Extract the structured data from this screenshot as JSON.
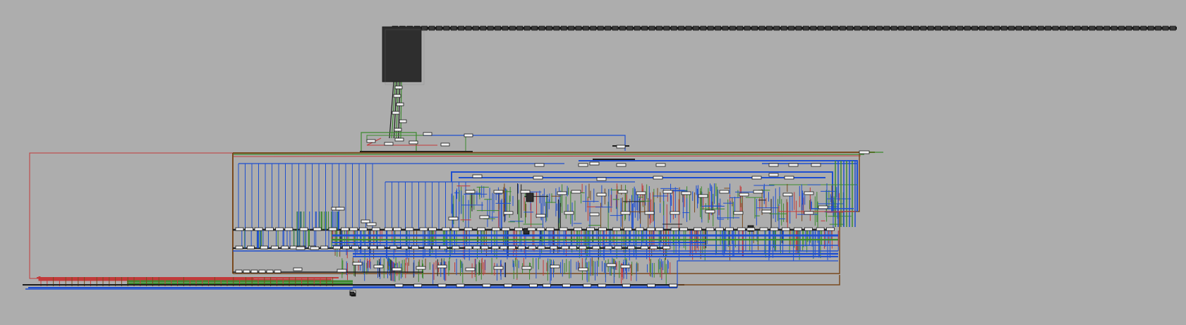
{
  "view": {
    "background": "#adadad",
    "description_hidden": ""
  },
  "palette": {
    "node_fill": "#2e2e2e",
    "node_border": "#1a1a1a",
    "label_fill": "#f4f4f4",
    "edge_blue": "#1f4fd0",
    "edge_green": "#3c8a2e",
    "edge_red": "#c23a3a",
    "edge_brown": "#7a4a1e",
    "edge_dark": "#1e1e1e"
  },
  "graph": {
    "root_node": "root-node",
    "top_bus": "top-bus",
    "main_hub": "main-hub",
    "left_rail": "left-rail",
    "bottom_rail": "bottom-rail"
  }
}
